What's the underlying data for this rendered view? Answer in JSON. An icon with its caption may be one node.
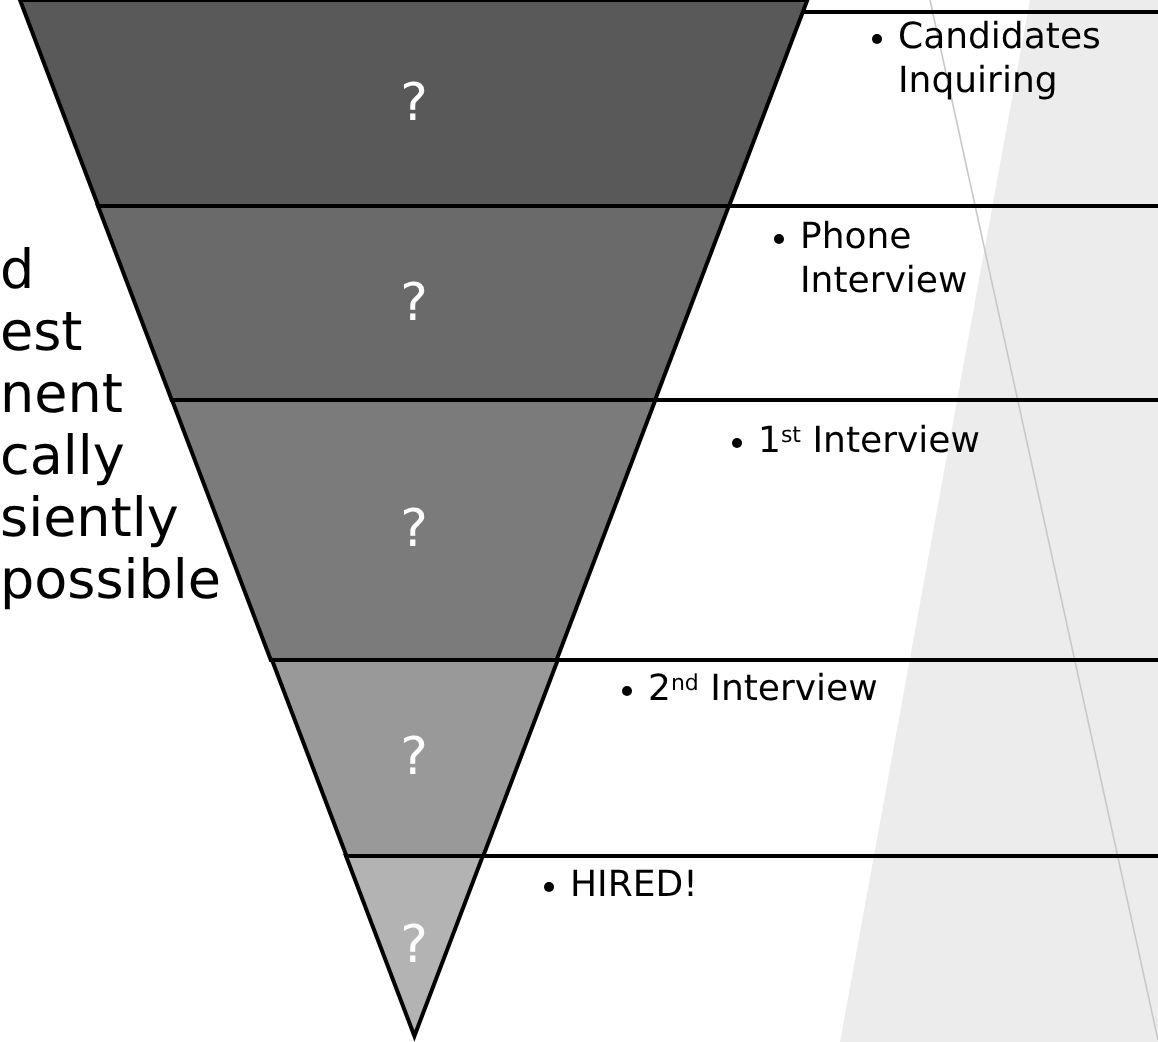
{
  "diagram": {
    "nodes": [
      {
        "text": [
          "?"
        ]
      },
      {
        "text": [
          "?"
        ]
      },
      {
        "text": [
          "?"
        ]
      },
      {
        "text": [
          "?"
        ]
      },
      {
        "text": [
          "?"
        ]
      }
    ],
    "labels": [
      "d",
      "est",
      "nent",
      "cally",
      "siently",
      "possible",
      "Candidates Inquiring",
      "Phone Interview",
      "1$^{st}$ Interview",
      "2$^{nd}$ Interview",
      "HIRED!"
    ]
  }
}
